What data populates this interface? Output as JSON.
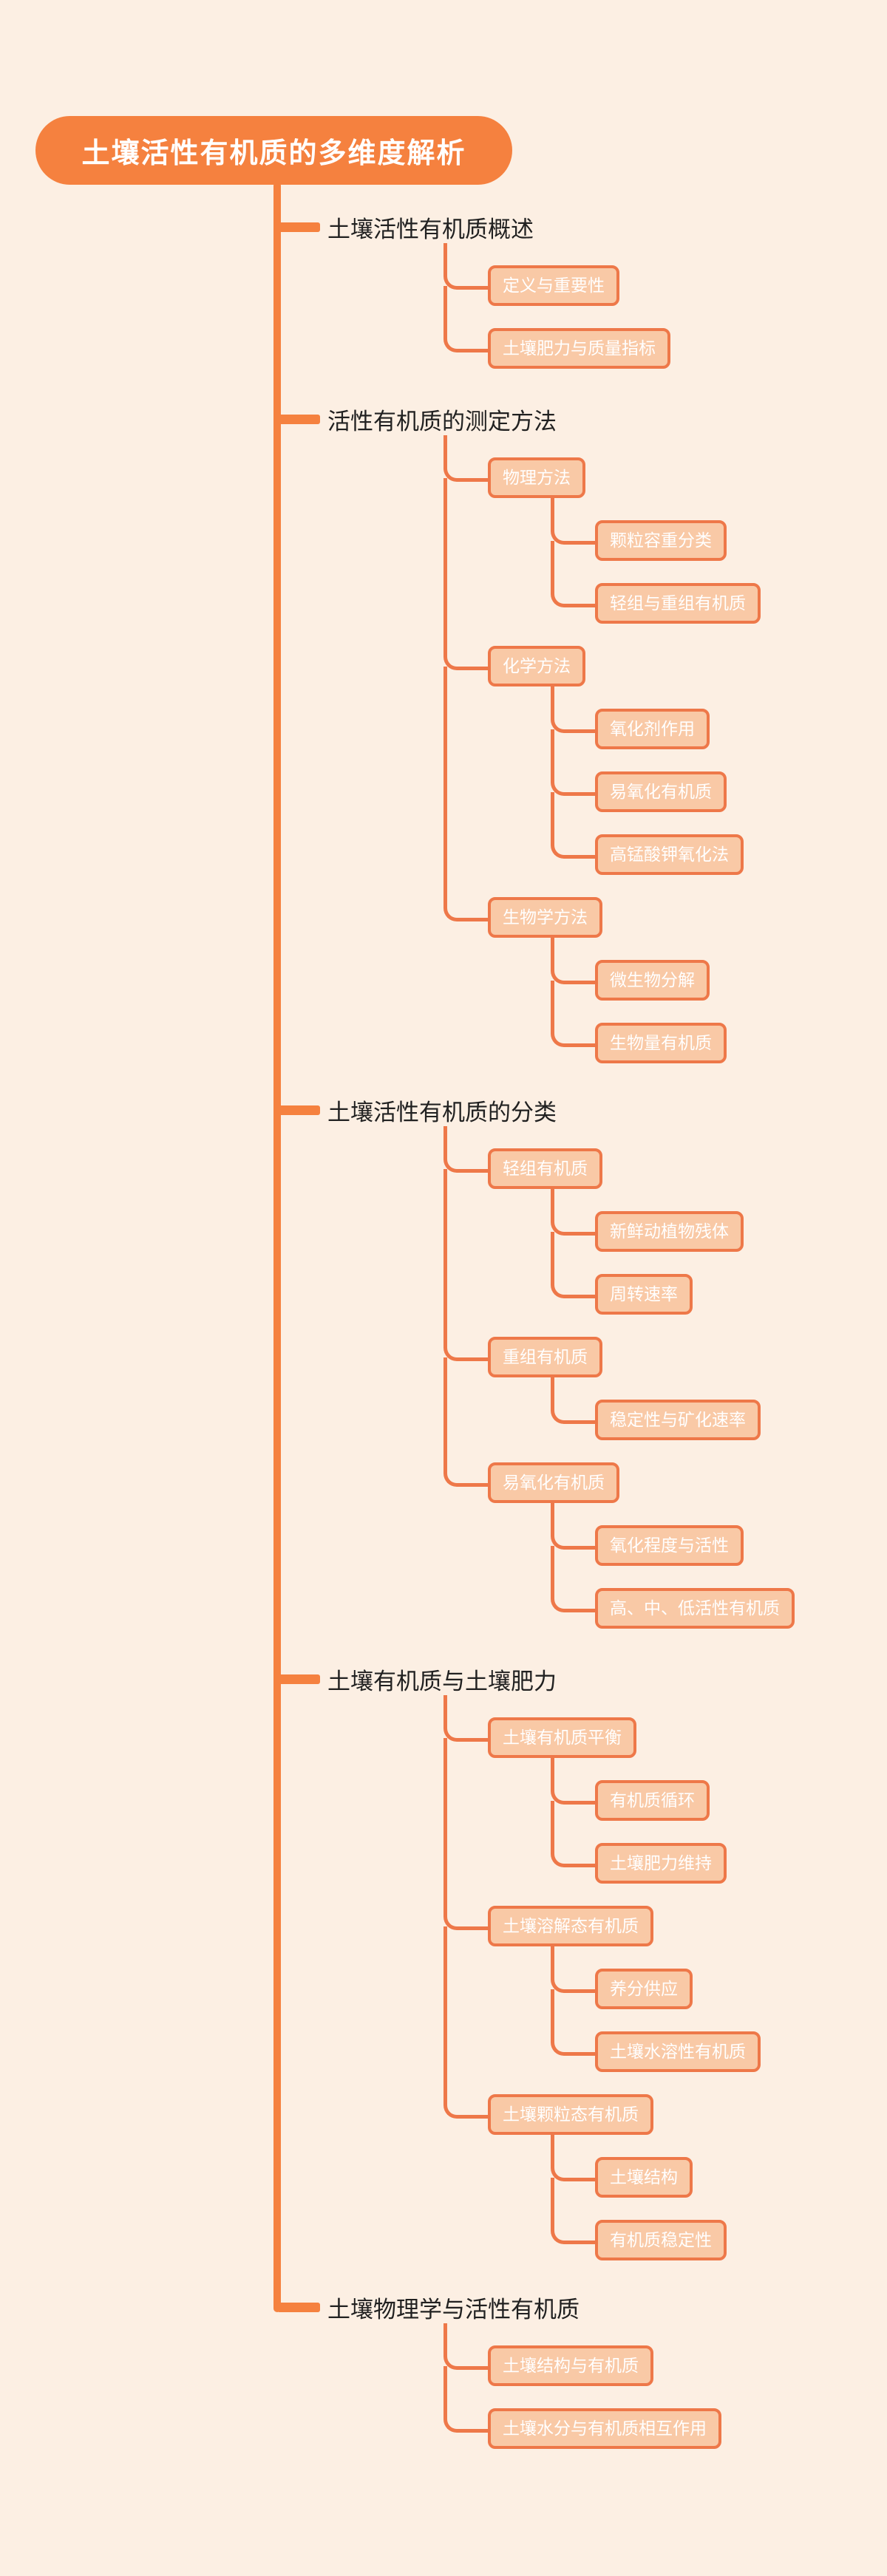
{
  "root": {
    "title": "土壤活性有机质的多维度解析"
  },
  "branches": [
    {
      "title": "土壤活性有机质概述",
      "children": [
        {
          "label": "定义与重要性"
        },
        {
          "label": "土壤肥力与质量指标"
        }
      ]
    },
    {
      "title": "活性有机质的测定方法",
      "children": [
        {
          "label": "物理方法",
          "children": [
            {
              "label": "颗粒容重分类"
            },
            {
              "label": "轻组与重组有机质"
            }
          ]
        },
        {
          "label": "化学方法",
          "children": [
            {
              "label": "氧化剂作用"
            },
            {
              "label": "易氧化有机质"
            },
            {
              "label": "高锰酸钾氧化法"
            }
          ]
        },
        {
          "label": "生物学方法",
          "children": [
            {
              "label": "微生物分解"
            },
            {
              "label": "生物量有机质"
            }
          ]
        }
      ]
    },
    {
      "title": "土壤活性有机质的分类",
      "children": [
        {
          "label": "轻组有机质",
          "children": [
            {
              "label": "新鲜动植物残体"
            },
            {
              "label": "周转速率"
            }
          ]
        },
        {
          "label": "重组有机质",
          "children": [
            {
              "label": "稳定性与矿化速率"
            }
          ]
        },
        {
          "label": "易氧化有机质",
          "children": [
            {
              "label": "氧化程度与活性"
            },
            {
              "label": "高、中、低活性有机质"
            }
          ]
        }
      ]
    },
    {
      "title": "土壤有机质与土壤肥力",
      "children": [
        {
          "label": "土壤有机质平衡",
          "children": [
            {
              "label": "有机质循环"
            },
            {
              "label": "土壤肥力维持"
            }
          ]
        },
        {
          "label": "土壤溶解态有机质",
          "children": [
            {
              "label": "养分供应"
            },
            {
              "label": "土壤水溶性有机质"
            }
          ]
        },
        {
          "label": "土壤颗粒态有机质",
          "children": [
            {
              "label": "土壤结构"
            },
            {
              "label": "有机质稳定性"
            }
          ]
        }
      ]
    },
    {
      "title": "土壤物理学与活性有机质",
      "children": [
        {
          "label": "土壤结构与有机质"
        },
        {
          "label": "土壤水分与有机质相互作用"
        }
      ]
    }
  ],
  "colors": {
    "background": "#fcefe3",
    "primary_orange": "#f5813f",
    "connector_orange": "#ee7849",
    "node_fill": "#f9c9a6",
    "node_text": "#ffffff",
    "branch_title_text": "#212121"
  }
}
